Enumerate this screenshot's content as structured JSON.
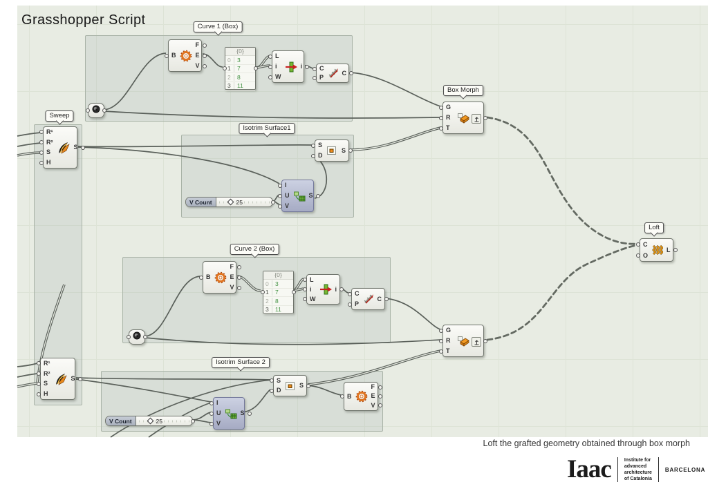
{
  "title": "Grasshopper Script",
  "caption": "Loft the grafted geometry obtained through box morph",
  "logo": {
    "wordmark": "Iaac",
    "line1": "Institute for",
    "line2": "advanced",
    "line3": "architecture",
    "line4": "of Catalonia",
    "city": "BARCELONA"
  },
  "tags": {
    "curve1": "Curve 1 (Box)",
    "sweep": "Sweep",
    "isotrim1": "Isotrim Surface1",
    "boxmorph": "Box Morph",
    "curve2": "Curve 2 (Box)",
    "isotrim2": "Isotrim Surface 2",
    "loft": "Loft"
  },
  "ports": {
    "sweep": {
      "in": [
        "R¹",
        "R²",
        "S",
        "H"
      ],
      "out": "S"
    },
    "debrep": {
      "in": "B",
      "out": [
        "F",
        "E",
        "V"
      ]
    },
    "listitem": {
      "in": [
        "L",
        "i",
        "W"
      ],
      "out": "i"
    },
    "fit": {
      "in": [
        "C",
        "P"
      ],
      "out": "C"
    },
    "boxmorph": {
      "in": [
        "G",
        "R",
        "T"
      ],
      "out": "G"
    },
    "loft": {
      "in": [
        "C",
        "O"
      ],
      "out": "L"
    },
    "isotrim": {
      "in": [
        "S",
        "D"
      ],
      "out": "S"
    },
    "divdom": {
      "in": [
        "I",
        "U",
        "V"
      ],
      "out": "S"
    }
  },
  "panel": {
    "header": "{0}",
    "rows": [
      {
        "i": "0",
        "v": "3"
      },
      {
        "i": "1",
        "v": "7"
      },
      {
        "i": "2",
        "v": "8"
      },
      {
        "i": "3",
        "v": "11"
      }
    ]
  },
  "slider": {
    "label": "V Count",
    "value": "25"
  },
  "colors": {
    "canvas": "#e8ece3",
    "grid": "#dde3d6",
    "wire": "#5a605a",
    "component_body": "#f2f3ee",
    "selected_component": "#b7bdd2",
    "accent_orange": "#e8821e",
    "accent_green": "#6fae3a",
    "panel_value_green": "#3f8f3f"
  }
}
